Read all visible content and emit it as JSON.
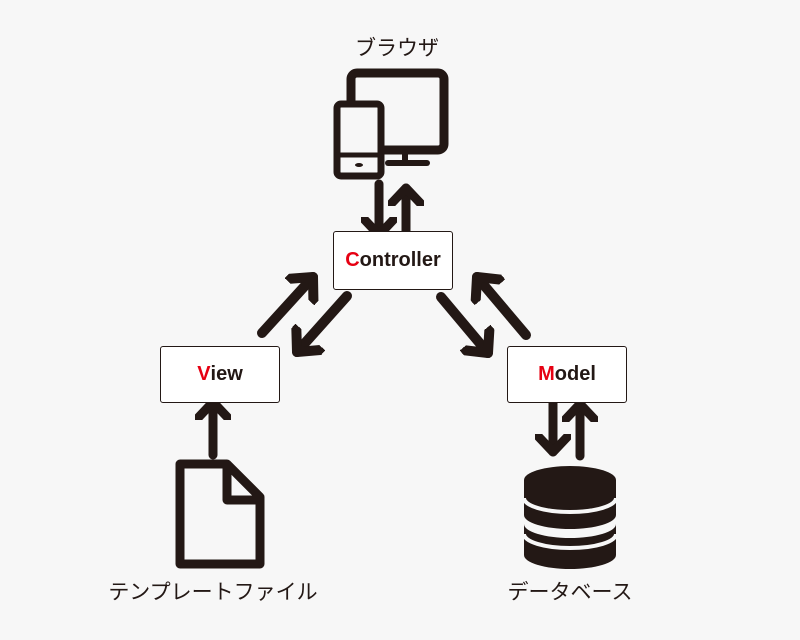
{
  "nodes": {
    "browser": {
      "label": "ブラウザ",
      "icon": "devices-icon"
    },
    "controller": {
      "initial": "C",
      "rest": "ontroller"
    },
    "view": {
      "initial": "V",
      "rest": "iew"
    },
    "model": {
      "initial": "M",
      "rest": "odel"
    },
    "template": {
      "label": "テンプレートファイル",
      "icon": "file-icon"
    },
    "database": {
      "label": "データベース",
      "icon": "database-icon"
    }
  },
  "colors": {
    "ink": "#231815",
    "accent": "#e60012",
    "background": "#f7f7f7"
  }
}
